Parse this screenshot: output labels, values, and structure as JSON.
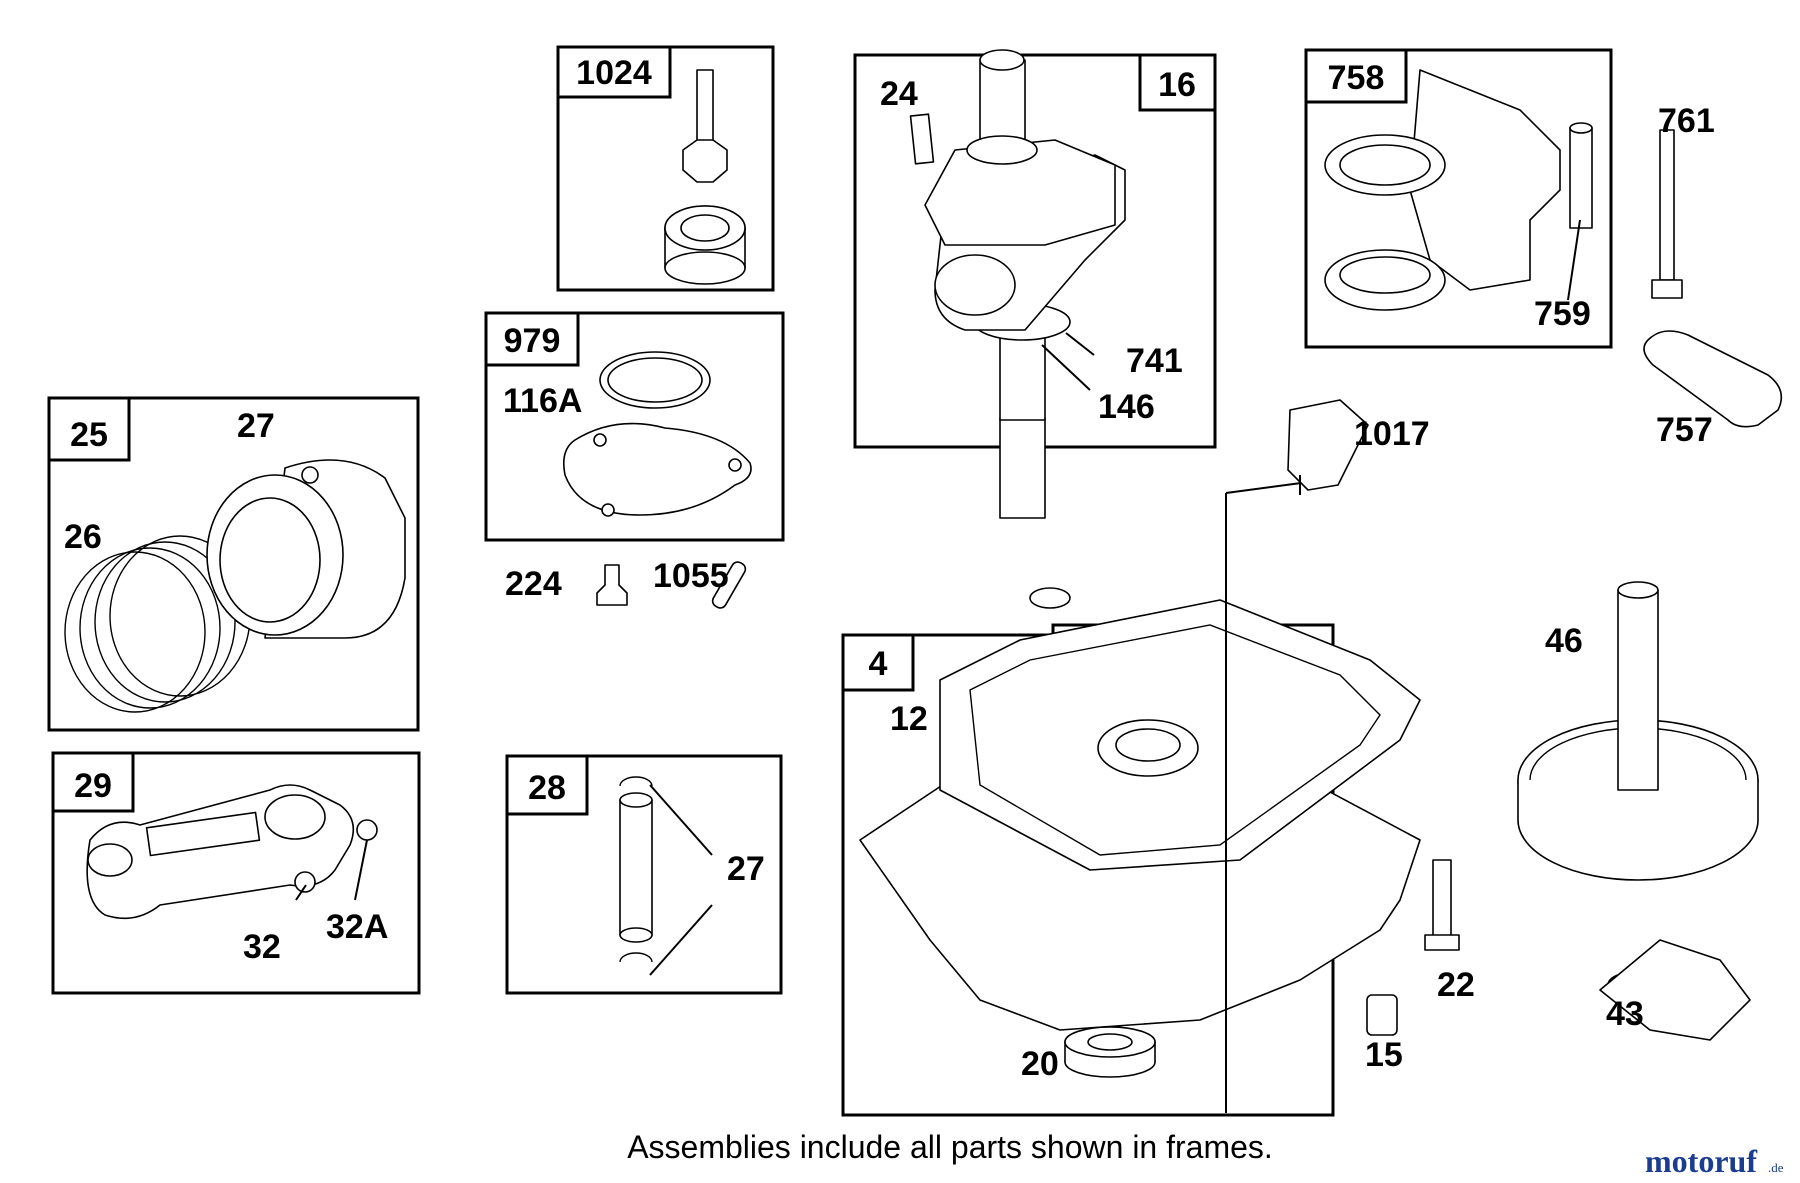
{
  "assemblies": [
    {
      "id": "1024"
    },
    {
      "id": "979"
    },
    {
      "id": "25"
    },
    {
      "id": "29"
    },
    {
      "id": "28"
    },
    {
      "id": "16"
    },
    {
      "id": "758"
    },
    {
      "id": "4"
    }
  ],
  "part_labels": {
    "p24": "24",
    "p741": "741",
    "p146": "146",
    "p116a": "116A",
    "p224": "224",
    "p1055": "1055",
    "p27a": "27",
    "p26": "26",
    "p32": "32",
    "p32a": "32A",
    "p27b": "27",
    "p761": "761",
    "p759": "759",
    "p757": "757",
    "p1017": "1017",
    "p12": "12",
    "p46": "46",
    "p22": "22",
    "p15": "15",
    "p43": "43",
    "p20": "20"
  },
  "caption": "Assemblies include all parts shown in frames.",
  "watermark": {
    "text": "motoruf",
    "suffix": ".de",
    "colors": {
      "primary": "#1a3d8f",
      "accent": "#c8102e"
    }
  }
}
